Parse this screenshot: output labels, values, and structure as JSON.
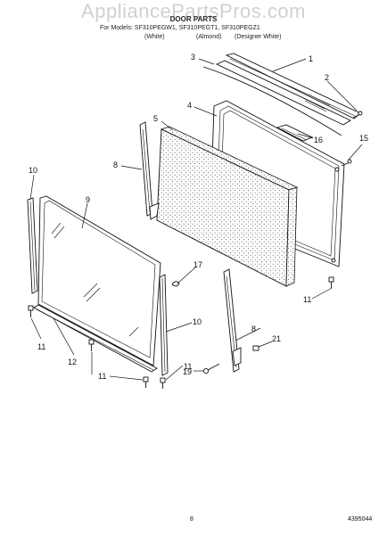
{
  "watermark": "AppliancePartsPros.com",
  "header": {
    "title": "DOOR PARTS",
    "models": "For Models: SF310PEGW1, SF310PEGT1, SF310PEGZ1",
    "color_white": "(White)",
    "color_almond": "(Almond)",
    "color_designer_white": "(Designer White)"
  },
  "callouts": {
    "c1": "1",
    "c2": "2",
    "c3": "3",
    "c4": "4",
    "c5": "5",
    "c8a": "8",
    "c8b": "8",
    "c9": "9",
    "c10a": "10",
    "c10b": "10",
    "c11a": "11",
    "c11b": "11",
    "c11c": "11",
    "c11d": "11",
    "c12": "12",
    "c15": "15",
    "c16": "16",
    "c17": "17",
    "c19": "19",
    "c21": "21"
  },
  "footer": {
    "page_number": "8",
    "doc_number": "4395044"
  }
}
